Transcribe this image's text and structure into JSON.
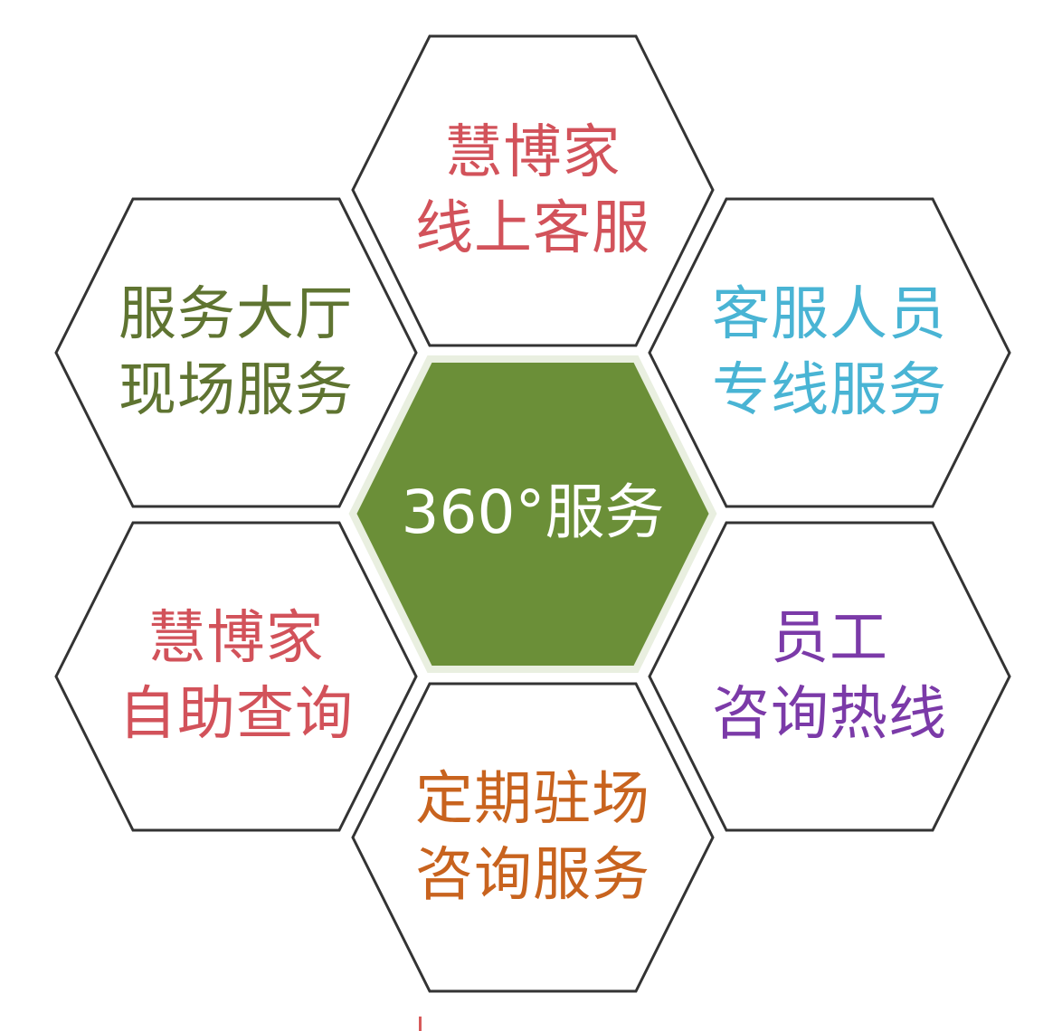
{
  "hexagons": {
    "top": {
      "lines": [
        "慧博家",
        "线上客服"
      ],
      "color": "#d2525a"
    },
    "upper_left": {
      "lines": [
        "服务大厅",
        "现场服务"
      ],
      "color": "#5f7431"
    },
    "upper_right": {
      "lines": [
        "客服人员",
        "专线服务"
      ],
      "color": "#49b4d4"
    },
    "center": {
      "text": "360°服务",
      "fill": "#6b8f38",
      "text_color": "#ffffff"
    },
    "lower_left": {
      "lines": [
        "慧博家",
        "自助查询"
      ],
      "color": "#d2525a"
    },
    "lower_right": {
      "lines": [
        "员工",
        "咨询热线"
      ],
      "color": "#7b3aa8"
    },
    "bottom": {
      "lines": [
        "定期驻场",
        "咨询服务"
      ],
      "color": "#c8631e"
    }
  },
  "outline_color": "#333333",
  "center_border_color": "#e9efe0"
}
